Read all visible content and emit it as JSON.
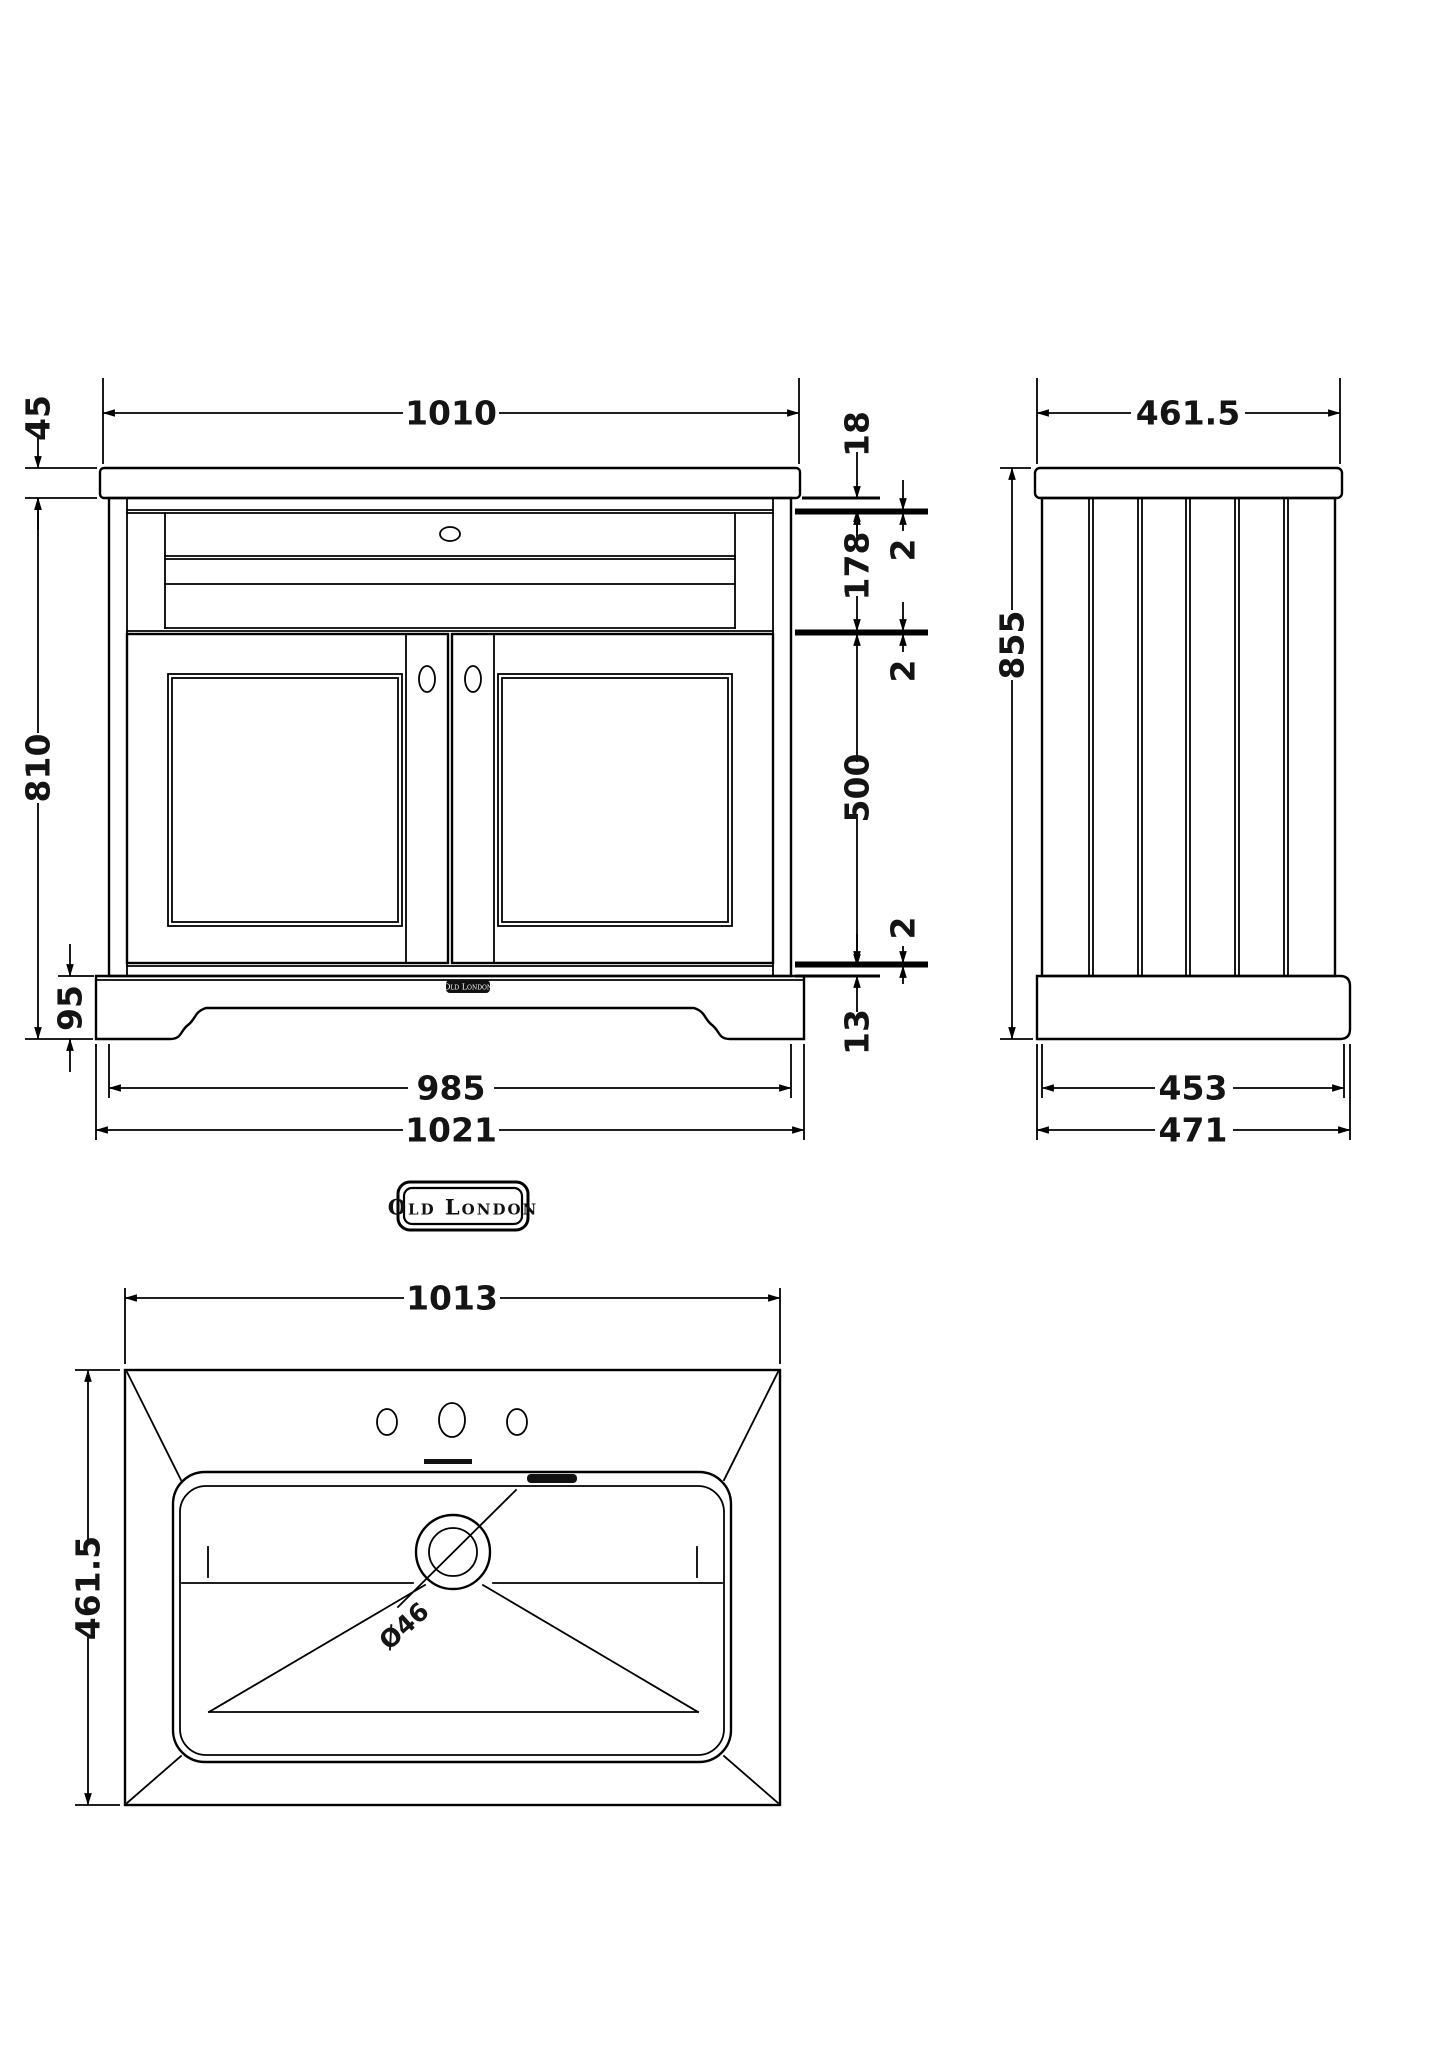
{
  "page": {
    "background": "#ffffff",
    "line_color": "#000000"
  },
  "brand_badge": {
    "label": "Old London"
  },
  "front_view": {
    "plinth_badge": "Old London",
    "dims": {
      "top_width": "1010",
      "counter_thickness": "45",
      "body_height": "810",
      "plinth_height": "95",
      "cabinet_width": "985",
      "base_width": "1021",
      "top_rail": "18",
      "gap_top": "2",
      "drawer_height": "178",
      "gap_mid": "2",
      "door_height": "500",
      "gap_bottom": "2",
      "bottom_rail": "13"
    }
  },
  "side_view": {
    "dims": {
      "top_depth": "461.5",
      "total_height": "855",
      "base_inner_depth": "453",
      "base_outer_depth": "471"
    }
  },
  "basin_view": {
    "dims": {
      "width": "1013",
      "depth": "461.5",
      "waste_diameter": "Ø46"
    }
  }
}
